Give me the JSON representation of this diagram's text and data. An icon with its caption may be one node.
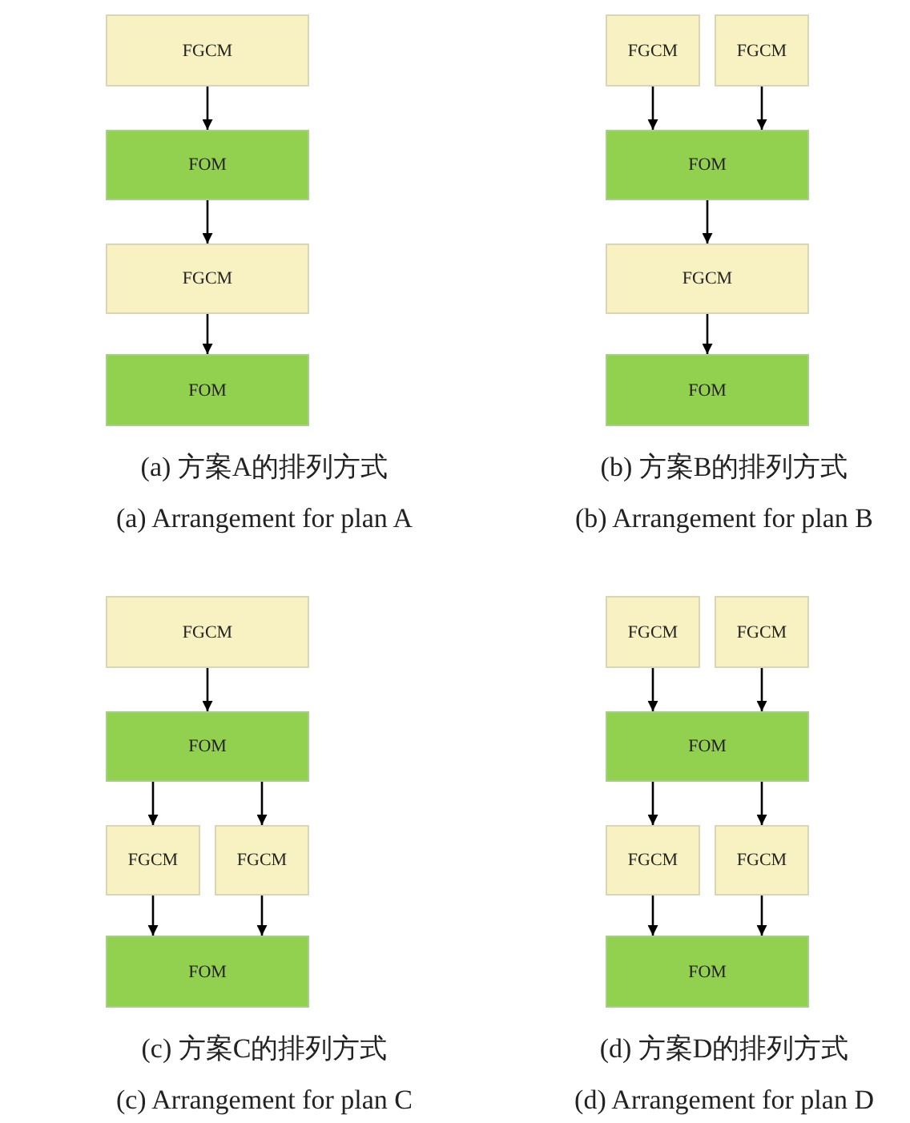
{
  "diagram": {
    "nodes": [
      {
        "text": [
          "FGCM"
        ]
      },
      {
        "text": [
          "FOM"
        ]
      },
      {
        "text": [
          "FGCM"
        ]
      },
      {
        "text": [
          "FOM"
        ]
      },
      {
        "text": [
          "FGCM"
        ]
      },
      {
        "text": [
          "FGCM"
        ]
      },
      {
        "text": [
          "FOM"
        ]
      },
      {
        "text": [
          "FGCM"
        ]
      },
      {
        "text": [
          "FOM"
        ]
      },
      {
        "text": [
          "FGCM"
        ]
      },
      {
        "text": [
          "FOM"
        ]
      },
      {
        "text": [
          "FGCM"
        ]
      },
      {
        "text": [
          "FGCM"
        ]
      },
      {
        "text": [
          "FOM"
        ]
      },
      {
        "text": [
          "FGCM"
        ]
      },
      {
        "text": [
          "FGCM"
        ]
      },
      {
        "text": [
          "FOM"
        ]
      },
      {
        "text": [
          "FGCM"
        ]
      },
      {
        "text": [
          "FGCM"
        ]
      },
      {
        "text": [
          "FOM"
        ]
      }
    ],
    "edges": [
      {
        "from": 0,
        "to": 1,
        "arrow": "to"
      },
      {
        "from": 1,
        "to": 2,
        "arrow": "to"
      },
      {
        "from": 2,
        "to": 3,
        "arrow": "to"
      },
      {
        "from": 4,
        "to": 6,
        "arrow": "to"
      },
      {
        "from": 5,
        "to": 6,
        "arrow": "to"
      },
      {
        "from": 6,
        "to": 7,
        "arrow": "to"
      },
      {
        "from": 7,
        "to": 8,
        "arrow": "to"
      },
      {
        "from": 9,
        "to": 10,
        "arrow": "to"
      },
      {
        "from": 10,
        "to": 11,
        "arrow": "to"
      },
      {
        "from": 10,
        "to": 12,
        "arrow": "to"
      },
      {
        "from": 11,
        "to": 13,
        "arrow": "to"
      },
      {
        "from": 12,
        "to": 13,
        "arrow": "to"
      },
      {
        "from": 14,
        "to": 16,
        "arrow": "to"
      },
      {
        "from": 15,
        "to": 16,
        "arrow": "to"
      },
      {
        "from": 16,
        "to": 17,
        "arrow": "to"
      },
      {
        "from": 16,
        "to": 18,
        "arrow": "to"
      },
      {
        "from": 17,
        "to": 19,
        "arrow": "to"
      },
      {
        "from": 18,
        "to": 19,
        "arrow": "to"
      }
    ],
    "labels": [
      "(a) 方案A的排列方式",
      "(b) 方案B的排列方式",
      "(a) Arrangement for plan A",
      "(b) Arrangement for plan B",
      "(c) 方案C的排列方式",
      "(d) 方案D的排列方式",
      "(c) Arrangement for plan C",
      "(d) Arrangement for plan D"
    ]
  }
}
